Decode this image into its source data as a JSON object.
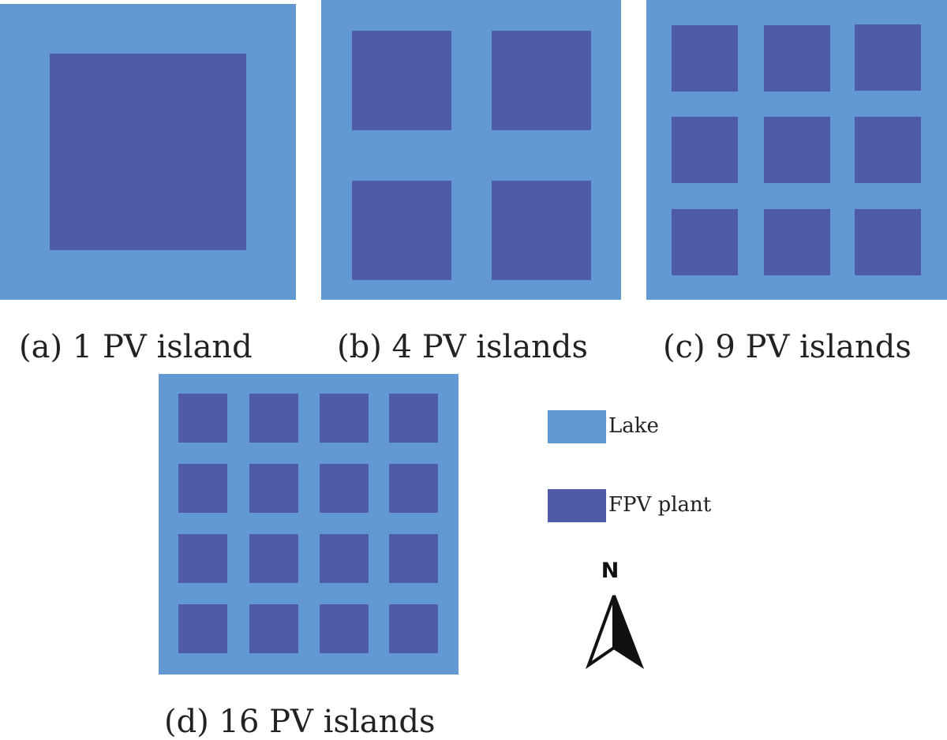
{
  "colors": {
    "lake": "#6399d3",
    "fpv_plant": "#4f5aa9",
    "background": "#ffffff"
  },
  "panels": [
    {
      "id": "a",
      "caption": "(a) 1 PV island",
      "islands_per_side": 1
    },
    {
      "id": "b",
      "caption": "(b) 4 PV islands",
      "islands_per_side": 2
    },
    {
      "id": "c",
      "caption": "(c) 9 PV islands",
      "islands_per_side": 3
    },
    {
      "id": "d",
      "caption": "(d) 16 PV islands",
      "islands_per_side": 4
    }
  ],
  "legend": {
    "lake_label": "Lake",
    "fpv_label": "FPV plant"
  },
  "north_arrow": {
    "letter": "N",
    "icon": "north-arrow-icon"
  }
}
